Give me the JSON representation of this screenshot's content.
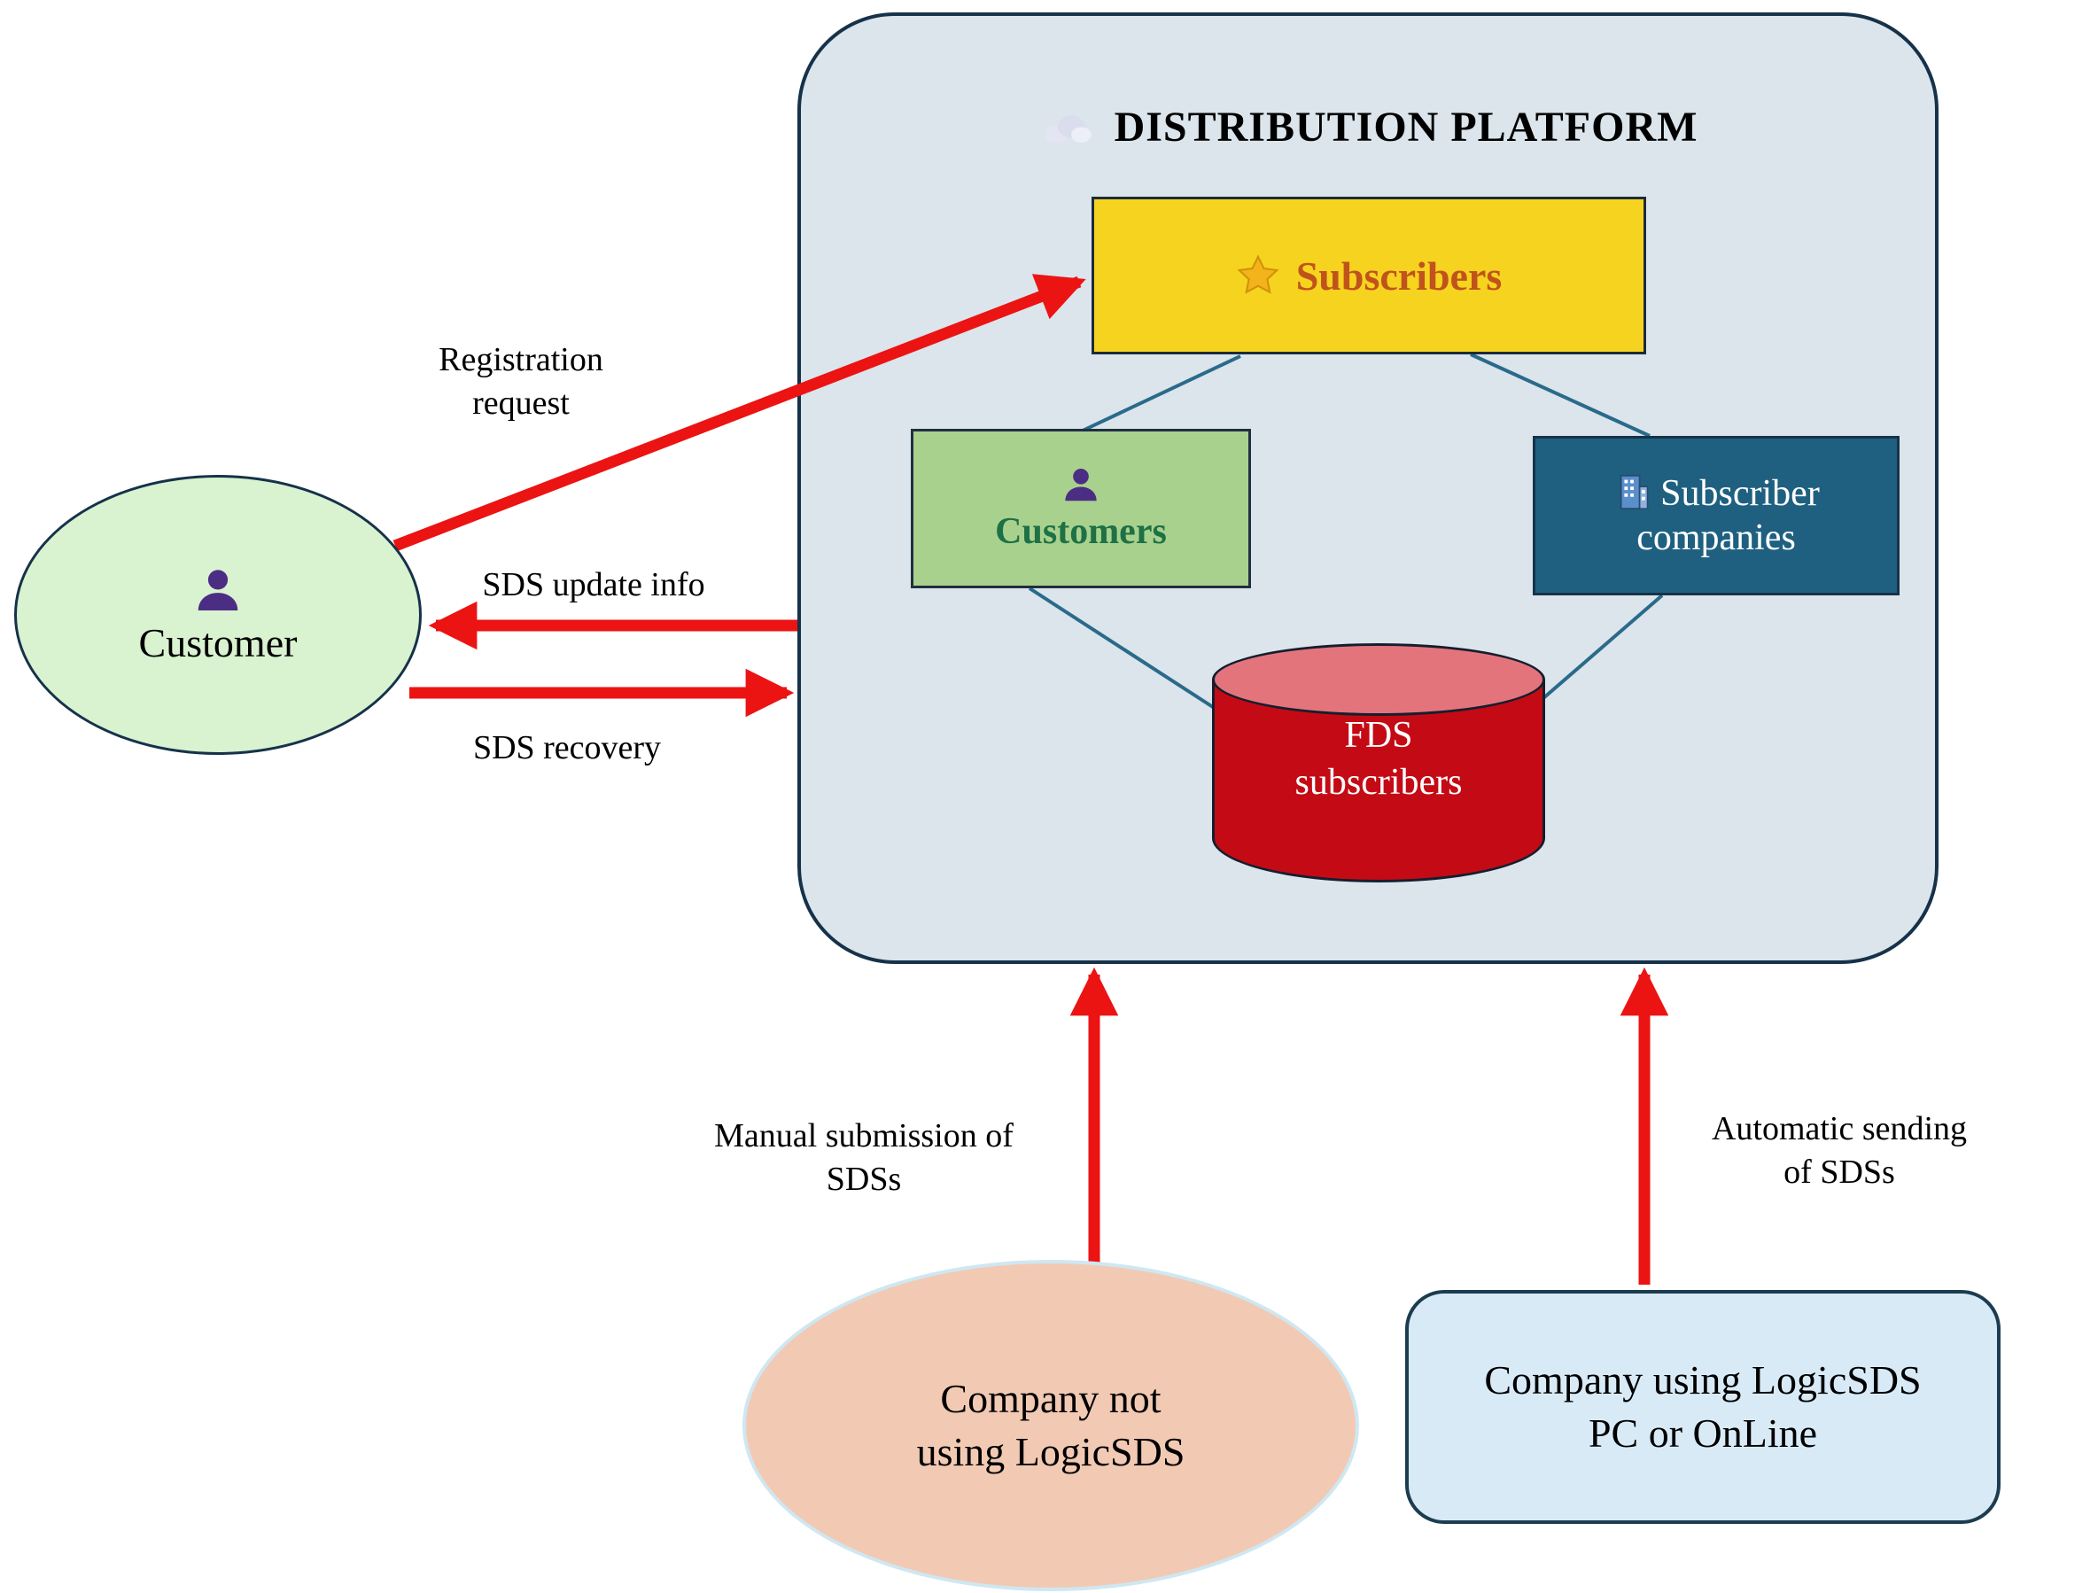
{
  "platform": {
    "title": "DISTRIBUTION PLATFORM",
    "title_icon": "cloud-icon",
    "nodes": {
      "subscribers": {
        "label": "Subscribers",
        "icon": "star-icon"
      },
      "customers": {
        "label": "Customers",
        "icon": "person-icon"
      },
      "subscriber_companies": {
        "label": "Subscriber companies",
        "icon": "building-icon"
      },
      "fds_subscribers": {
        "label": "FDS subscribers",
        "shape": "cylinder"
      }
    }
  },
  "external": {
    "customer": {
      "label": "Customer",
      "icon": "person-icon"
    },
    "company_manual": {
      "label": "Company not using LogicSDS",
      "shape": "ellipse"
    },
    "company_auto": {
      "label": "Company using LogicSDS PC or OnLine",
      "shape": "rounded-rectangle"
    }
  },
  "flows": {
    "registration": {
      "label": "Registration request",
      "direction": "customer-to-subscribers"
    },
    "sds_update": {
      "label": "SDS update info",
      "direction": "platform-to-customer"
    },
    "sds_recovery": {
      "label": "SDS recovery",
      "direction": "customer-to-platform"
    },
    "manual_submission": {
      "label": "Manual submission of SDSs",
      "direction": "company-manual-to-platform"
    },
    "automatic_sending": {
      "label": "Automatic sending of SDSs",
      "direction": "company-auto-to-platform"
    }
  },
  "colors": {
    "platform_fill": "#dbe5eb",
    "platform_border": "#16324a",
    "subscribers_fill": "#f6d31f",
    "subscribers_text": "#c0531c",
    "customers_fill": "#a9d18e",
    "customers_text": "#1e7145",
    "companies_fill": "#1f6080",
    "cylinder_body": "#c40b15",
    "cylinder_top": "#e4747c",
    "customer_ellipse_fill": "#d9f2d0",
    "manual_company_fill": "#f2cab4",
    "auto_company_fill": "#d9eaf7",
    "arrow_red": "#ec1313",
    "connector_blue": "#2a6a8a",
    "person_icon": "#4b2e83"
  }
}
